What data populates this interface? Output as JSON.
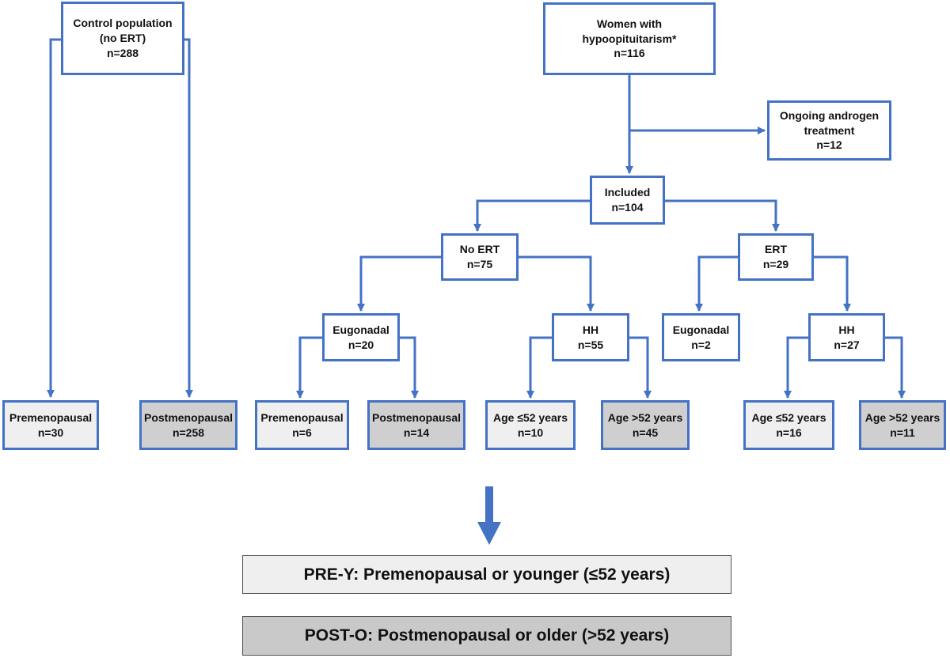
{
  "colors": {
    "line": "#4472c4",
    "light_fill": "#efefef",
    "dark_fill": "#cfcfcf"
  },
  "nodes": {
    "control": {
      "lines": [
        "Control population",
        "(no ERT)",
        "n=288"
      ]
    },
    "women": {
      "lines": [
        "Women with",
        "hypoopituitarism*",
        "n=116"
      ]
    },
    "androgen": {
      "lines": [
        "Ongoing androgen",
        "treatment",
        "n=12"
      ]
    },
    "included": {
      "lines": [
        "Included",
        "n=104"
      ]
    },
    "no_ert": {
      "lines": [
        "No ERT",
        "n=75"
      ]
    },
    "ert": {
      "lines": [
        "ERT",
        "n=29"
      ]
    },
    "eugonadal_no_ert": {
      "lines": [
        "Eugonadal",
        "n=20"
      ]
    },
    "hh_no_ert": {
      "lines": [
        "HH",
        "n=55"
      ]
    },
    "eugonadal_ert": {
      "lines": [
        "Eugonadal",
        "n=2"
      ]
    },
    "hh_ert": {
      "lines": [
        "HH",
        "n=27"
      ]
    },
    "control_pre": {
      "lines": [
        "Premenopausal",
        "n=30"
      ]
    },
    "control_post": {
      "lines": [
        "Postmenopausal",
        "n=258"
      ]
    },
    "eug_pre": {
      "lines": [
        "Premenopausal",
        "n=6"
      ]
    },
    "eug_post": {
      "lines": [
        "Postmenopausal",
        "n=14"
      ]
    },
    "hh55_young": {
      "lines": [
        "Age ≤52 years",
        "n=10"
      ]
    },
    "hh55_old": {
      "lines": [
        "Age >52 years",
        "n=45"
      ]
    },
    "hh27_young": {
      "lines": [
        "Age ≤52 years",
        "n=16"
      ]
    },
    "hh27_old": {
      "lines": [
        "Age >52 years",
        "n=11"
      ]
    }
  },
  "legend": {
    "pre_y": "PRE-Y: Premenopausal or younger (≤52 years)",
    "post_o": "POST-O: Postmenopausal or older (>52 years)"
  }
}
